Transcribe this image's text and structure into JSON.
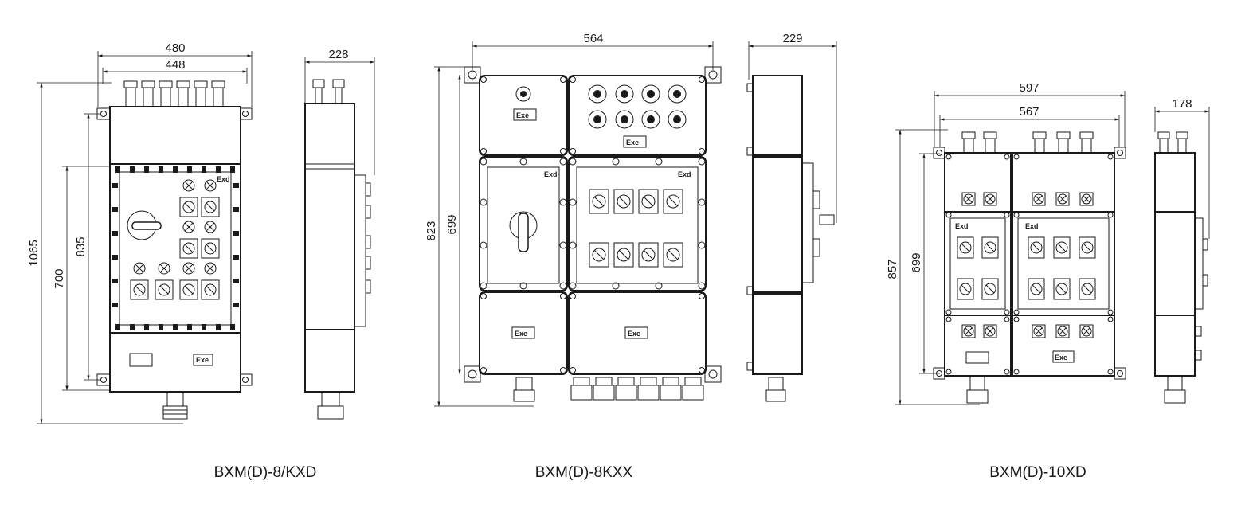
{
  "models": [
    {
      "caption": "BXM(D)-8/KXD",
      "front": {
        "width_outer": "480",
        "width_inner": "448",
        "height_total": "1065",
        "height_mount": "835",
        "height_panel": "700",
        "panel_label": "Exd",
        "box_label": "Exe"
      },
      "side": {
        "depth": "228"
      }
    },
    {
      "caption": "BXM(D)-8KXX",
      "front": {
        "width": "564",
        "height_total": "823",
        "height_mount": "699",
        "label_top_left": "Exe",
        "label_top_right": "Exe",
        "label_mid_left": "Exd",
        "label_mid_right": "Exd",
        "label_bot_left": "Exe",
        "label_bot_right": "Exe"
      },
      "side": {
        "depth": "229"
      }
    },
    {
      "caption": "BXM(D)-10XD",
      "front": {
        "width_outer": "597",
        "width_inner": "567",
        "height_total": "857",
        "height_mount": "699",
        "label_mid_left": "Exd",
        "label_mid_right": "Exd",
        "label_bot": "Exe"
      },
      "side": {
        "depth": "178"
      }
    }
  ]
}
